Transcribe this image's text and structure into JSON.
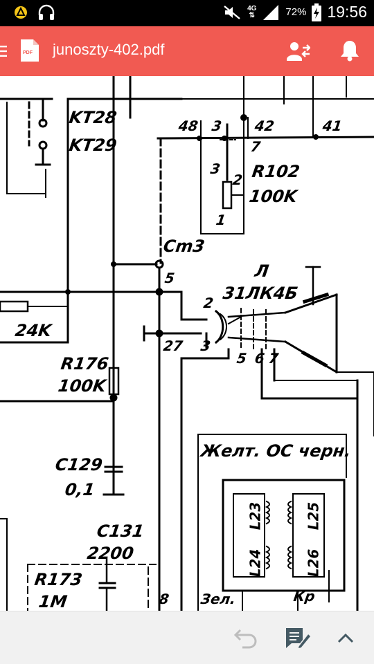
{
  "status_bar": {
    "network_type": "4G",
    "battery_percent": "72%",
    "time": "19:56",
    "icons": [
      "alert-icon",
      "headphones-icon",
      "mute-icon",
      "signal-icon",
      "battery-charging-icon"
    ]
  },
  "app_bar": {
    "document_title": "junoszty-402.pdf",
    "pdf_badge": "PDF",
    "background_color": "#F15A52",
    "icons": [
      "menu-icon",
      "pdf-file-icon",
      "share-user-icon",
      "notification-bell-icon"
    ]
  },
  "schematic": {
    "labels": {
      "kt28": "KT28",
      "kt29": "KT29",
      "pin48": "48",
      "pin3a": "3",
      "pin42": "42",
      "pin41": "41",
      "pin7a": "7",
      "pin3b": "3",
      "pin2a": "2",
      "r102": "R102",
      "r102_val": "100K",
      "pin1": "1",
      "ct3": "Cm3",
      "pin5a": "5",
      "lamp_ref": "Л",
      "lamp_type": "31ЛК4Б",
      "pin2b": "2",
      "r_24k": "24K",
      "pin27": "27",
      "pin3c": "3",
      "pin5b": "5",
      "pin6": "6",
      "pin7b": "7",
      "r176": "R176",
      "r176_val": "100K",
      "yoke": "Желт. ОС черн.",
      "c129": "C129",
      "c129_val": "0,1",
      "l23": "L23",
      "l25": "L25",
      "l24": "L24",
      "l26": "L26",
      "c131": "C131",
      "c131_val": "2200",
      "r173": "R173",
      "r173_val": "1M",
      "pin8": "8",
      "zel": "Зел.",
      "kr": "Кр"
    }
  },
  "bottom_bar": {
    "icons": [
      "undo-icon",
      "annotate-icon",
      "chevron-up-icon"
    ]
  }
}
